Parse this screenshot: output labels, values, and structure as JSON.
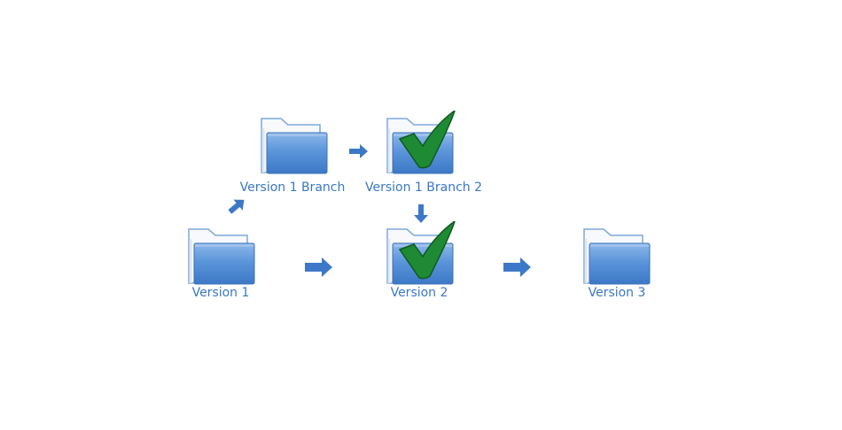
{
  "nodes": [
    {
      "id": "v1",
      "label": "Version 1",
      "checked": false
    },
    {
      "id": "v1b",
      "label": "Version 1 Branch",
      "checked": false
    },
    {
      "id": "v1b2",
      "label": "Version 1 Branch 2",
      "checked": true
    },
    {
      "id": "v2",
      "label": "Version 2",
      "checked": true
    },
    {
      "id": "v3",
      "label": "Version 3",
      "checked": false
    }
  ],
  "edges": [
    {
      "from": "v1",
      "to": "v1b"
    },
    {
      "from": "v1b",
      "to": "v1b2"
    },
    {
      "from": "v1b2",
      "to": "v2"
    },
    {
      "from": "v1",
      "to": "v2"
    },
    {
      "from": "v2",
      "to": "v3"
    }
  ],
  "colors": {
    "text": "#3a78c6",
    "folder": "#4a86d0",
    "arrow": "#3d78c8",
    "check": "#1e8a34"
  }
}
